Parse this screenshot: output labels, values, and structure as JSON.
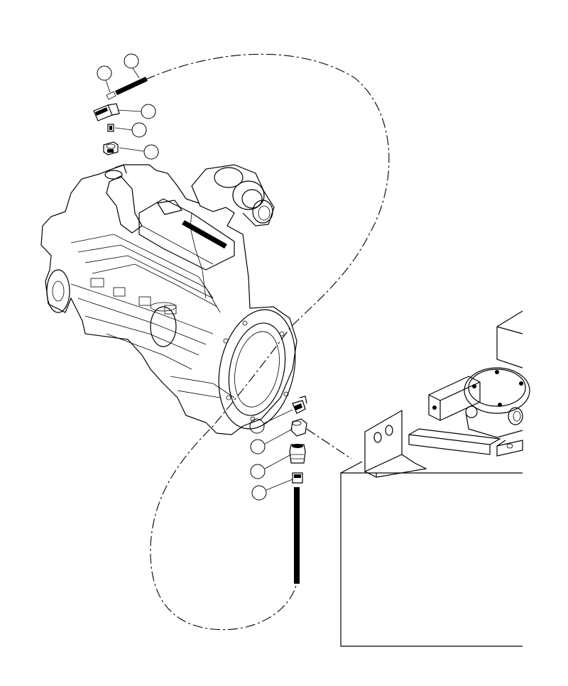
{
  "diagram": {
    "kind": "exploded-parts-view",
    "subjects": [
      "engine",
      "fittings",
      "hose",
      "tank"
    ],
    "callouts": [
      {
        "id": "c1",
        "label": ""
      },
      {
        "id": "c2",
        "label": ""
      },
      {
        "id": "c3",
        "label": ""
      },
      {
        "id": "c4",
        "label": ""
      },
      {
        "id": "c5",
        "label": ""
      },
      {
        "id": "c6",
        "label": ""
      },
      {
        "id": "c7",
        "label": ""
      },
      {
        "id": "c8",
        "label": ""
      },
      {
        "id": "c9",
        "label": ""
      }
    ],
    "colors": {
      "ink": "#000000",
      "paper": "#ffffff"
    }
  }
}
